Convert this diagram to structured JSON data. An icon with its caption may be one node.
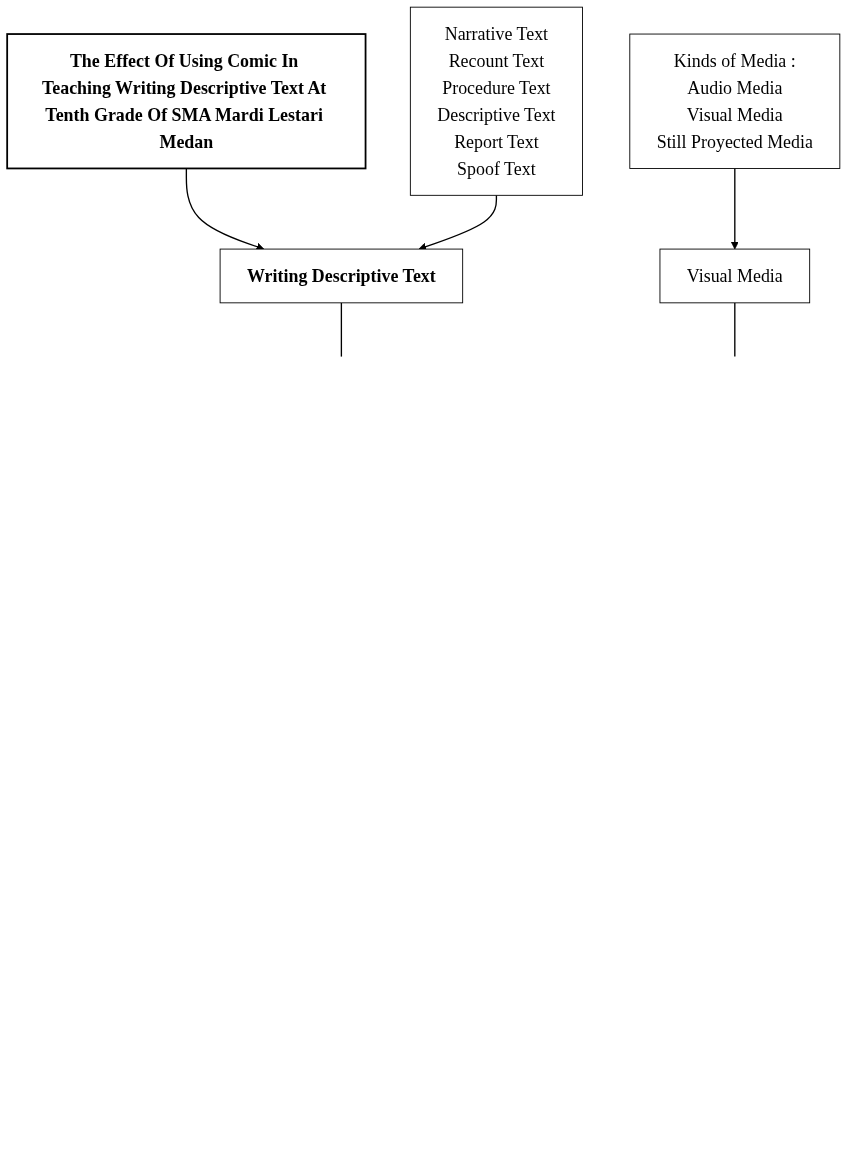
{
  "diagram": {
    "nodes": [
      {
        "text": [
          "The Effect Of Using Comic In Teaching Writing Descriptive Text At Tenth Grade Of SMA Mardi Lestari Medan"
        ]
      },
      {
        "text": [
          "Writing Descriptive Text"
        ]
      },
      {
        "text": [
          "Narrative Text",
          "Recount Text",
          "Procedure Text",
          "Descriptive Text",
          "Report Text",
          "Spoof Text"
        ]
      },
      {
        "text": [
          "Visual Media"
        ]
      },
      {
        "text": [
          "Kinds of Media :",
          "Audio Media",
          "Visual Media",
          "Still Proyected Media"
        ]
      }
    ],
    "edges": [
      {
        "from": 0,
        "to": 1,
        "arrow": "to"
      },
      {
        "from": 2,
        "to": 1,
        "arrow": "to"
      },
      {
        "from": 1,
        "to": null,
        "arrow": "none"
      },
      {
        "from": 4,
        "to": 3,
        "arrow": "to"
      },
      {
        "from": 3,
        "to": null,
        "arrow": "none"
      }
    ]
  }
}
